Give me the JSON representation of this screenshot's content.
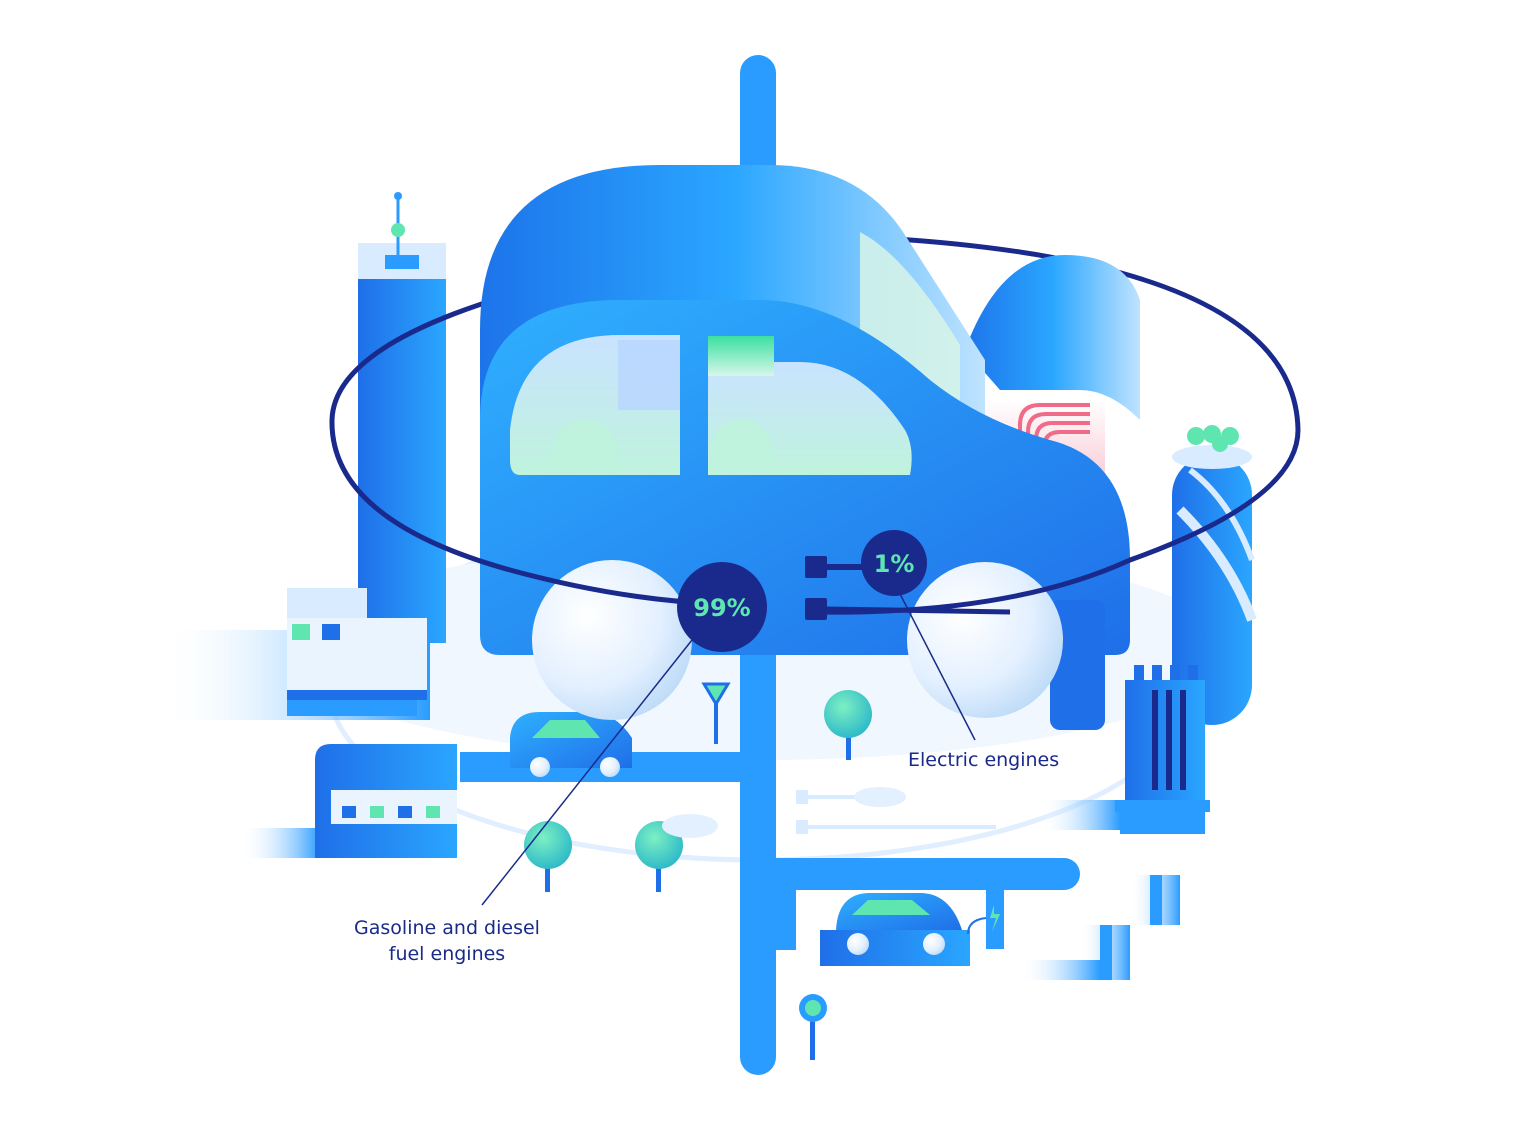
{
  "labels": {
    "gas_pct": "99%",
    "electric_pct": "1%",
    "electric_label": "Electric engines",
    "gas_label_line1": "Gasoline and diesel",
    "gas_label_line2": "fuel engines"
  },
  "chart_data": {
    "type": "pie",
    "categories": [
      "Gasoline and diesel fuel engines",
      "Electric engines"
    ],
    "values": [
      99,
      1
    ],
    "unit": "%"
  },
  "colors": {
    "navy": "#1a2a8c",
    "accent_green": "#5fe6b0",
    "blue": "#2a9cff",
    "deep_blue": "#1f6fe8",
    "light_blue": "#d9ecff",
    "pink": "#ef6b88"
  }
}
